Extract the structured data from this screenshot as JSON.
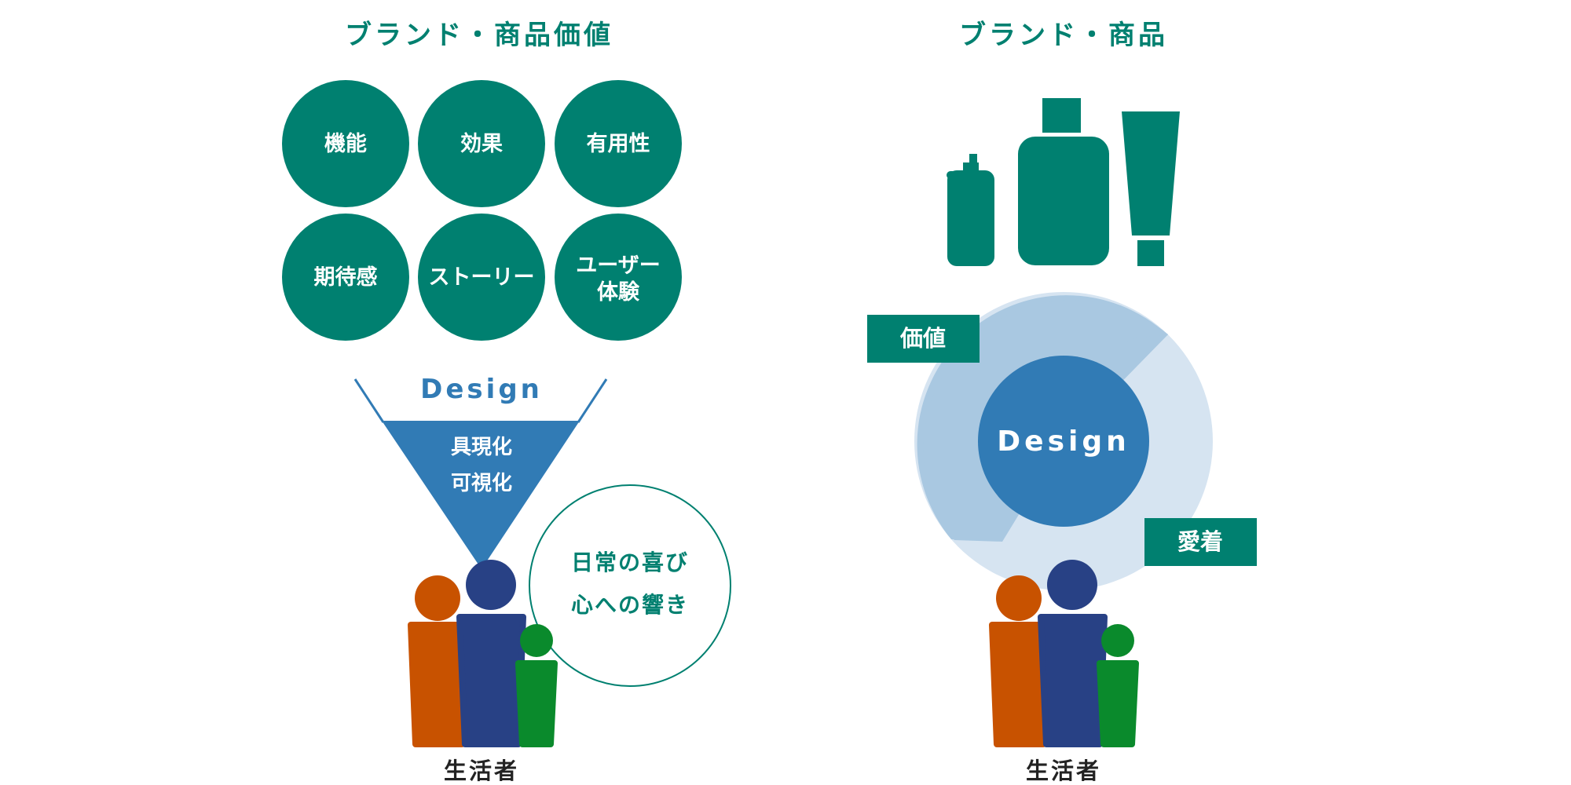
{
  "colors": {
    "green": "#008070",
    "blue": "#317bb5",
    "light_blue": "#a9c8e1",
    "pale_blue": "#d6e4f1",
    "orange": "#c85200",
    "navy": "#284185",
    "person_green": "#0a8a2c",
    "text_dark": "#222222",
    "white": "#ffffff"
  },
  "left_panel": {
    "title": "ブランド・商品価値",
    "values": [
      "機能",
      "効果",
      "有用性",
      "期待感",
      "ストーリー",
      "ユーザー",
      "体験"
    ],
    "funnel_label": "Design",
    "funnel_lines": [
      "具現化",
      "可視化"
    ],
    "bubble_lines": [
      "日常の喜び",
      "心への響き"
    ],
    "people_label": "生活者"
  },
  "right_panel": {
    "title": "ブランド・商品",
    "products": [
      "pump-bottle-icon",
      "bottle-icon",
      "tube-icon"
    ],
    "center_label": "Design",
    "value_tag": "価値",
    "attachment_tag": "愛着",
    "people_label": "生活者"
  }
}
